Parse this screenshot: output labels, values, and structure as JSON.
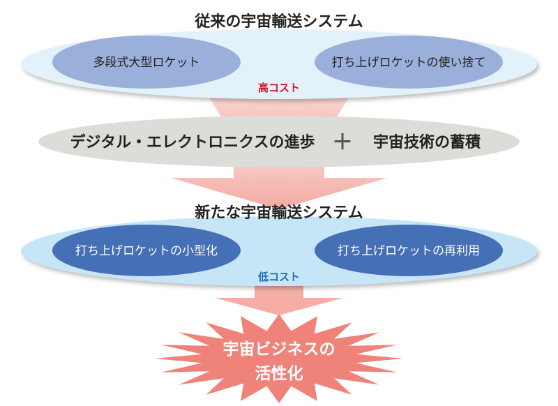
{
  "old_system": {
    "title": "従来の宇宙輸送システム",
    "items": [
      "多段式大型ロケット",
      "打ち上げロケットの使い捨て"
    ],
    "cost_label": "高コスト"
  },
  "drivers": {
    "left": "デジタル・エレクトロニクスの進歩",
    "plus": "＋",
    "right": "宇宙技術の蓄積"
  },
  "new_system": {
    "title": "新たな宇宙輸送システム",
    "items": [
      "打ち上げロケットの小型化",
      "打ち上げロケットの再利用"
    ],
    "cost_label": "低コスト"
  },
  "result": {
    "line1": "宇宙ビジネスの",
    "line2": "活性化"
  },
  "colors": {
    "old_outer": "#e3f1fb",
    "old_inner": "#9aafd9",
    "cost_high": "#d0102a",
    "drivers_bg": "#dcdcd8",
    "arrow": "#f4b4ac",
    "new_outer": "#c6e6f8",
    "new_inner": "#4670b5",
    "cost_low": "#1f6cb0",
    "burst": "#ef837a"
  }
}
